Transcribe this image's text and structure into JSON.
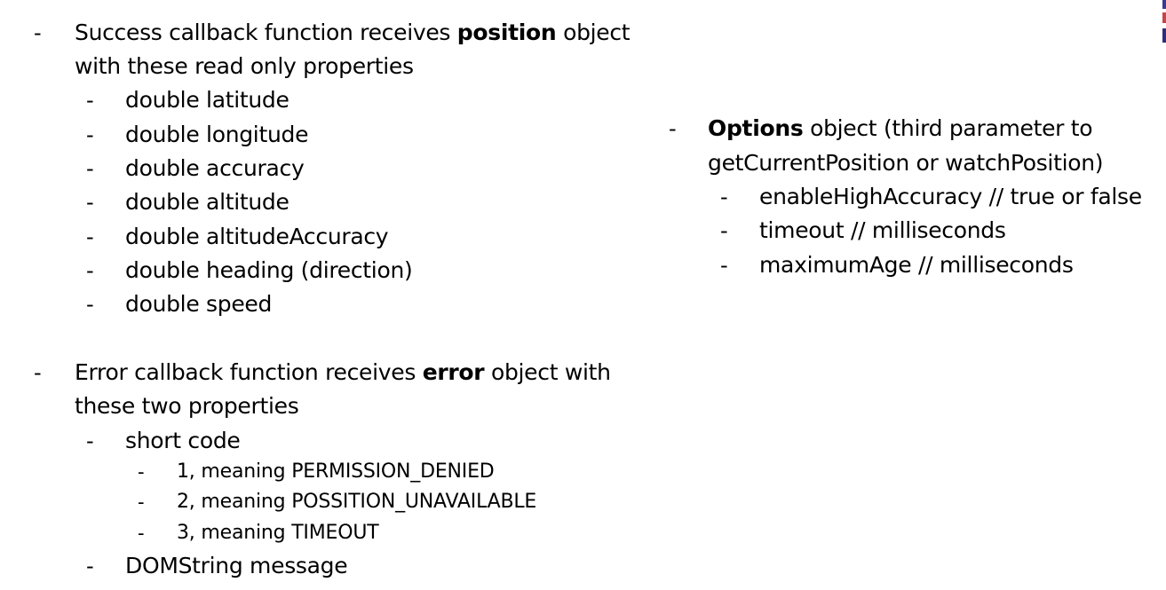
{
  "bullet_char": "-",
  "left": {
    "success": {
      "line1_prefix": "Success callback function receives ",
      "line1_bold": "position",
      "line1_suffix": " object",
      "line2": "with these read only properties",
      "items": [
        "double latitude",
        "double longitude",
        "double accuracy",
        "double altitude",
        "double altitudeAccuracy",
        "double heading (direction)",
        "double speed"
      ]
    },
    "error": {
      "line1_prefix": "Error callback function receives ",
      "line1_bold": "error",
      "line1_suffix": " object with",
      "line2": "these two properties",
      "code_label": "short code",
      "codes": [
        "1, meaning PERMISSION_DENIED",
        "2, meaning POSSITION_UNAVAILABLE",
        "3, meaning TIMEOUT"
      ],
      "message_label": "DOMString message"
    }
  },
  "right": {
    "options": {
      "line1_bold": "Options",
      "line1_suffix": " object (third parameter to",
      "line2": "getCurrentPosition or watchPosition)",
      "items": [
        "enableHighAccuracy // true or false",
        "timeout // milliseconds",
        "maximumAge // milliseconds"
      ]
    }
  },
  "colors": {
    "text": "#000000",
    "background": "#ffffff"
  }
}
